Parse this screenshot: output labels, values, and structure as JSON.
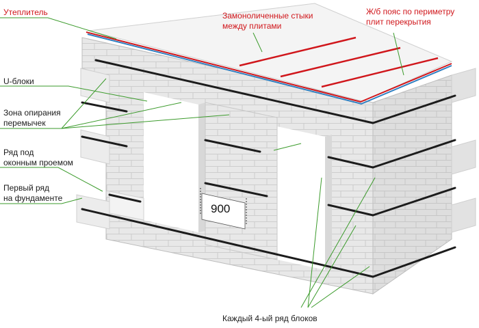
{
  "labels": {
    "insulation": "Утеплитель",
    "joints": "Замоноличенные стыки\nмежду плитами",
    "belt": "Ж/б пояс по периметру\nплит перекрытия",
    "u_blocks": "U-блоки",
    "support_zone": "Зона опирания\nперемычек",
    "under_window_row": "Ряд под\nоконным проемом",
    "first_row": "Первый ряд\nна фундаменте",
    "every_fourth_row": "Каждый 4-ый ряд блоков"
  },
  "dimension": {
    "window_width": "900"
  },
  "colors": {
    "accent_red": "#d0161b",
    "leader_green": "#3a9a2a",
    "insulation_blue": "#2f7fc1",
    "block_face": "#e6e6e6",
    "mortar_line": "#c4c4c4",
    "reinforcement": "#1c1c1c"
  }
}
